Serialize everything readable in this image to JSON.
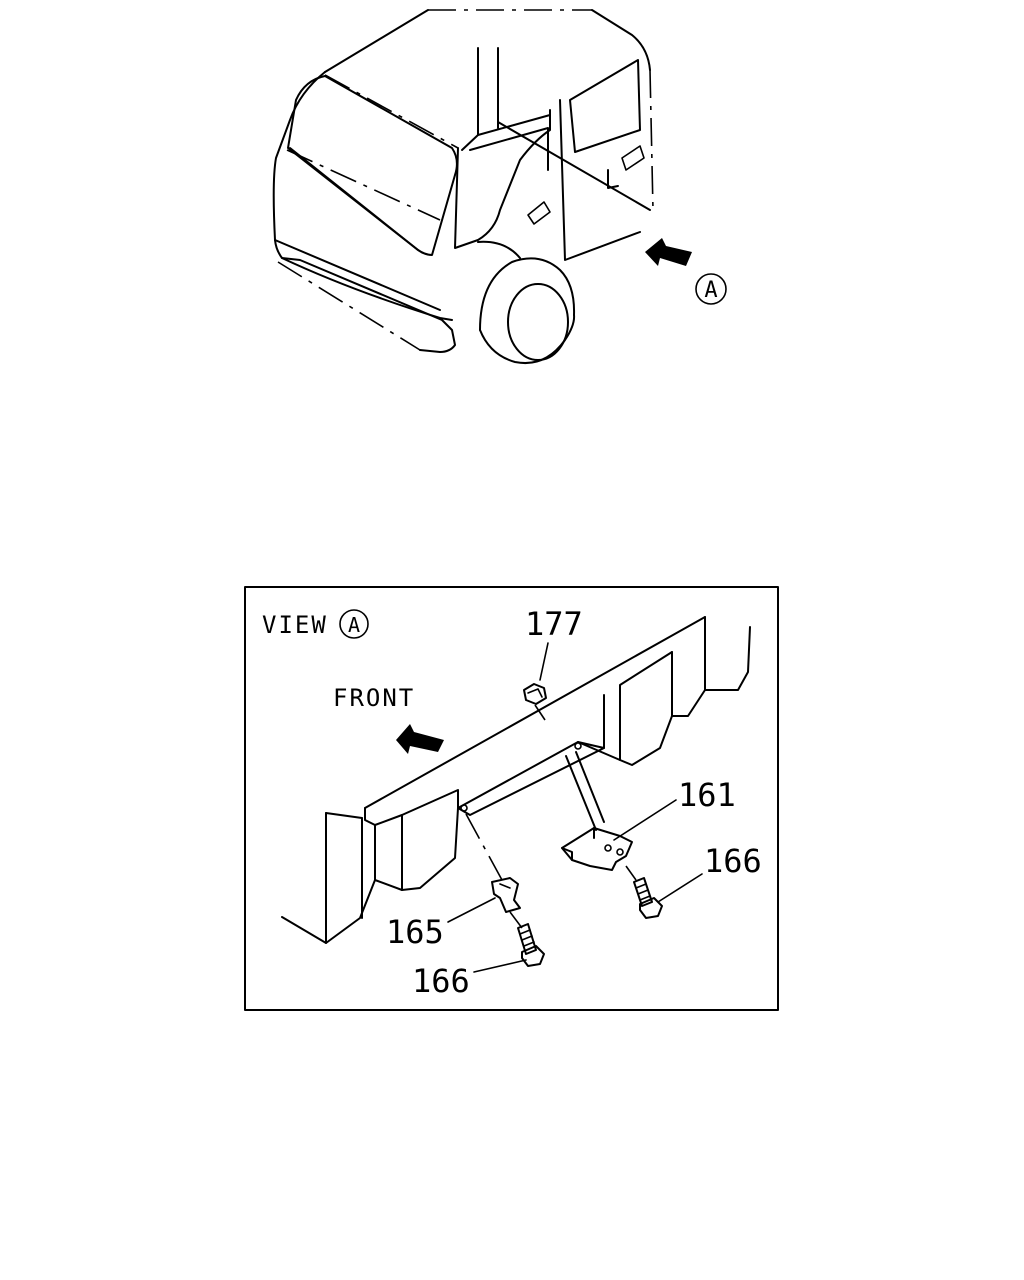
{
  "view_marker": "A",
  "view_label": "VIEW",
  "front_label": "FRONT",
  "parts": {
    "p177": "177",
    "p161": "161",
    "p166_right": "166",
    "p165": "165",
    "p166_left": "166"
  }
}
